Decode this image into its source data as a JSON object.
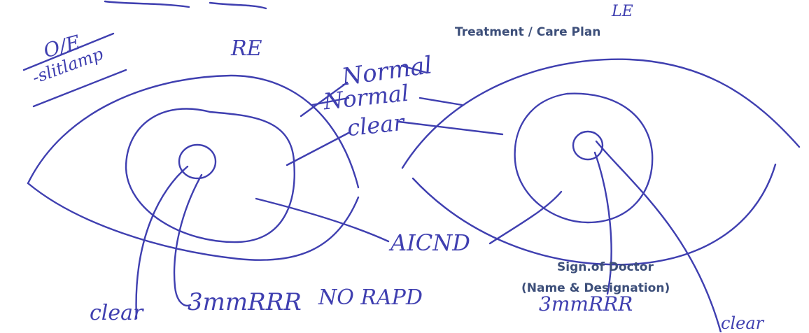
{
  "printed": {
    "treatment_heading": "Treatment / Care Plan",
    "sign_line1": "Sign.of Doctor",
    "sign_line2": "(Name & Designation)"
  },
  "handwritten": {
    "oe": "O/E",
    "slitlamp": "-slitlamp",
    "re": "RE",
    "le": "LE",
    "normal_1": "Normal",
    "normal_2": "Normal",
    "clear_cornea": "clear",
    "aicnd": "AICND",
    "no_rapd": "NO RAPD",
    "clear_lens": "clear",
    "re_pupil": "3mmRRR",
    "le_pupil": "3mmRRR",
    "le_lens": "clear"
  },
  "colors": {
    "ink": "#3f3fb0",
    "printed": "#3d4f7a"
  }
}
